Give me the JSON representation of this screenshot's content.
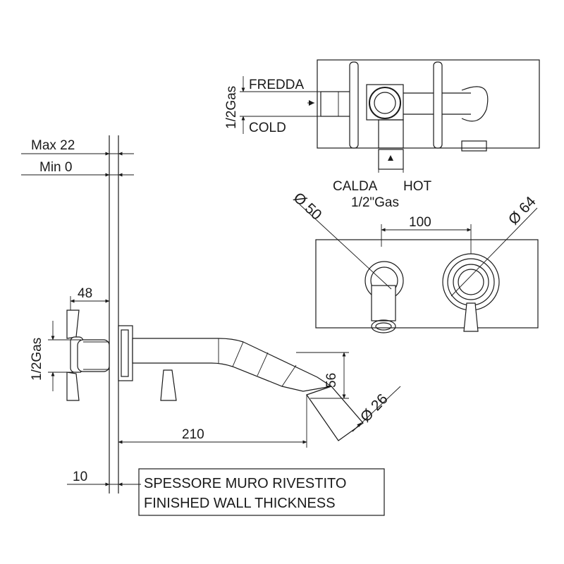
{
  "top_view": {
    "cold_label_it": "FREDDA",
    "cold_label_en": "COLD",
    "hot_label_it": "CALDA",
    "hot_label_en": "HOT",
    "pipe_size_side": "1/2Gas",
    "pipe_size_bottom": "1/2\"Gas"
  },
  "front_view": {
    "diameter_left": "Ø 50",
    "diameter_right": "Ø 64",
    "center_distance": "100"
  },
  "side_view": {
    "max_label": "Max 22",
    "min_label": "Min 0",
    "depth_label": "48",
    "pipe_size": "1/2Gas",
    "spout_drop": "56",
    "spout_diameter": "Ø 26",
    "spout_length": "210",
    "wall_thickness": "10"
  },
  "note": {
    "line_it": "SPESSORE MURO RIVESTITO",
    "line_en": "FINISHED WALL THICKNESS"
  }
}
